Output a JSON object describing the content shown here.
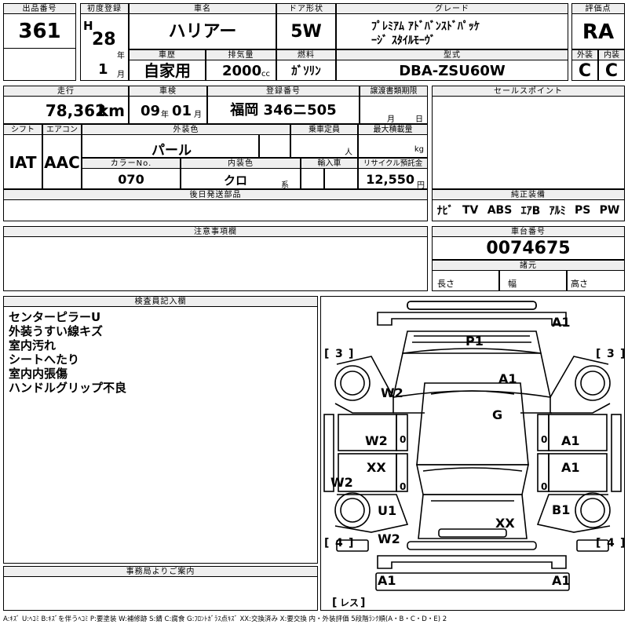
{
  "top": {
    "lot_no": {
      "label": "出品番号",
      "value": "361"
    },
    "first_reg": {
      "label": "初度登録",
      "era": "H",
      "year": "28",
      "year_unit": "年",
      "month": "1",
      "month_unit": "月"
    },
    "car_name": {
      "label": "車名",
      "value": "ハリアー"
    },
    "door": {
      "label": "ドア形状",
      "value": "5W"
    },
    "grade": {
      "label": "グレード",
      "line1": "ﾌﾟﾚﾐｱﾑ ｱﾄﾞﾊﾞﾝｽﾄﾞﾊﾟｯｹ",
      "line2": "ｰｼﾞ ｽﾀｲﾙﾓｰｳﾞ"
    },
    "score": {
      "label": "評価点",
      "value": "RA"
    },
    "history": {
      "label": "車歴",
      "value": "自家用"
    },
    "displacement": {
      "label": "排気量",
      "value": "2000",
      "unit": "cc"
    },
    "fuel": {
      "label": "燃料",
      "value": "ｶﾞｿﾘﾝ"
    },
    "model_code": {
      "label": "型式",
      "value": "DBA-ZSU60W"
    },
    "exterior": {
      "label": "外装",
      "value": "C"
    },
    "interior": {
      "label": "内装",
      "value": "C"
    }
  },
  "mid": {
    "mileage": {
      "label": "走行",
      "value": "78,362",
      "unit": "km"
    },
    "inspection": {
      "label": "車検",
      "year": "09",
      "year_unit": "年",
      "month": "01",
      "month_unit": "月"
    },
    "reg_no": {
      "label": "登録番号",
      "value": "福岡 346ニ505"
    },
    "transfer": {
      "label": "譲渡書類期限",
      "month_unit": "月",
      "day_unit": "日"
    },
    "shift": {
      "label": "シフト",
      "value": "IAT"
    },
    "ac": {
      "label": "エアコン",
      "value": "AAC"
    },
    "ext_color": {
      "label": "外装色",
      "value": "パール"
    },
    "capacity": {
      "label": "乗車定員",
      "unit": "人"
    },
    "max_load": {
      "label": "最大積載量",
      "unit": "kg"
    },
    "color_no": {
      "label": "カラーNo.",
      "value": "070"
    },
    "int_color": {
      "label": "内装色",
      "value": "クロ",
      "unit": "系"
    },
    "import": {
      "label": "輸入車"
    },
    "recycle": {
      "label": "リサイクル預託金",
      "value": "12,550",
      "unit": "円"
    },
    "later_parts": {
      "label": "後日発送部品"
    },
    "notes": {
      "label": "注意事項欄"
    }
  },
  "right": {
    "sales_point": {
      "label": "セールスポイント"
    },
    "equipment": {
      "label": "純正装備",
      "items": [
        "ﾅﾋﾞ",
        "TV",
        "ABS",
        "ｴｱB",
        "ｱﾙﾐ",
        "PS",
        "PW"
      ]
    },
    "chassis": {
      "label": "車台番号",
      "value": "0074675"
    },
    "specs": {
      "label": "諸元",
      "length": "長さ",
      "width": "幅",
      "height": "高さ"
    }
  },
  "inspector": {
    "label": "検査員記入欄",
    "notes": [
      "センターピラーU",
      "外装うすい線キズ",
      "室内汚れ",
      "シートへたり",
      "室内内張傷",
      "ハンドルグリップ不良"
    ]
  },
  "office": {
    "label": "事務局よりご案内"
  },
  "diagram": {
    "marks": {
      "front_a1": "A1",
      "p1": "P1",
      "hood_a1": "A1",
      "roof_g": "G",
      "left_fender_w2": "W2",
      "left_front_door_w2": "W2",
      "left_front_door_0": "0",
      "left_rear_door_xx": "XX",
      "left_rear_door_0": "0",
      "left_side_w2": "W2",
      "left_rear_u1": "U1",
      "left_rear_w2": "W2",
      "right_front_door_0": "0",
      "right_front_door_a1": "A1",
      "right_rear_door_0": "0",
      "right_rear_door_a1": "A1",
      "right_rear_b1": "B1",
      "trunk_xx": "XX",
      "rear_left_a1": "A1",
      "rear_right_a1": "A1"
    },
    "brackets": {
      "tl": "3",
      "tr": "3",
      "bl": "4",
      "br": "4",
      "rear": "レス"
    }
  },
  "legend": "A:ｷｽﾞ U:ﾍｺﾐ B:ｷｽﾞを伴うﾍｺﾐ P:要塗装 W:補修跡 S:錆 C:腐食 G:ﾌﾛﾝﾄｶﾞﾗｽ点ｷｽﾞ XX:交換済み X:要交換 内・外装評価 5段階ﾗﾝｸ順(A・B・C・D・E) 2"
}
